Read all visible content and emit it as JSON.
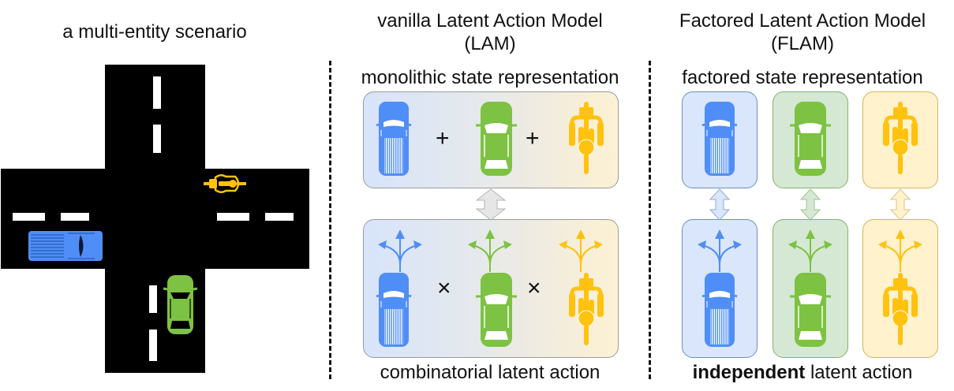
{
  "panels": {
    "scenario": {
      "title": "a multi-entity scenario"
    },
    "lam": {
      "title_line1": "vanilla Latent Action Model",
      "title_line2": "(LAM)",
      "state_label": "monolithic state representation",
      "action_label": "combinatorial latent action",
      "state_operator": "+",
      "action_operator": "×"
    },
    "flam": {
      "title_line1": "Factored Latent Action Model",
      "title_line2": "(FLAM)",
      "state_label": "factored state representation",
      "action_label_bold": "independent",
      "action_label_rest": " latent action"
    }
  },
  "entities": [
    {
      "name": "pickup-truck",
      "color": "#4f8ef7"
    },
    {
      "name": "car",
      "color": "#7dc242"
    },
    {
      "name": "motorcyclist",
      "color": "#ffc20e"
    }
  ],
  "colors": {
    "road": "#000000",
    "lane_marking": "#ffffff",
    "arrow_fill": "#e6e6e6",
    "arrow_stroke": "#b3b3b3"
  }
}
